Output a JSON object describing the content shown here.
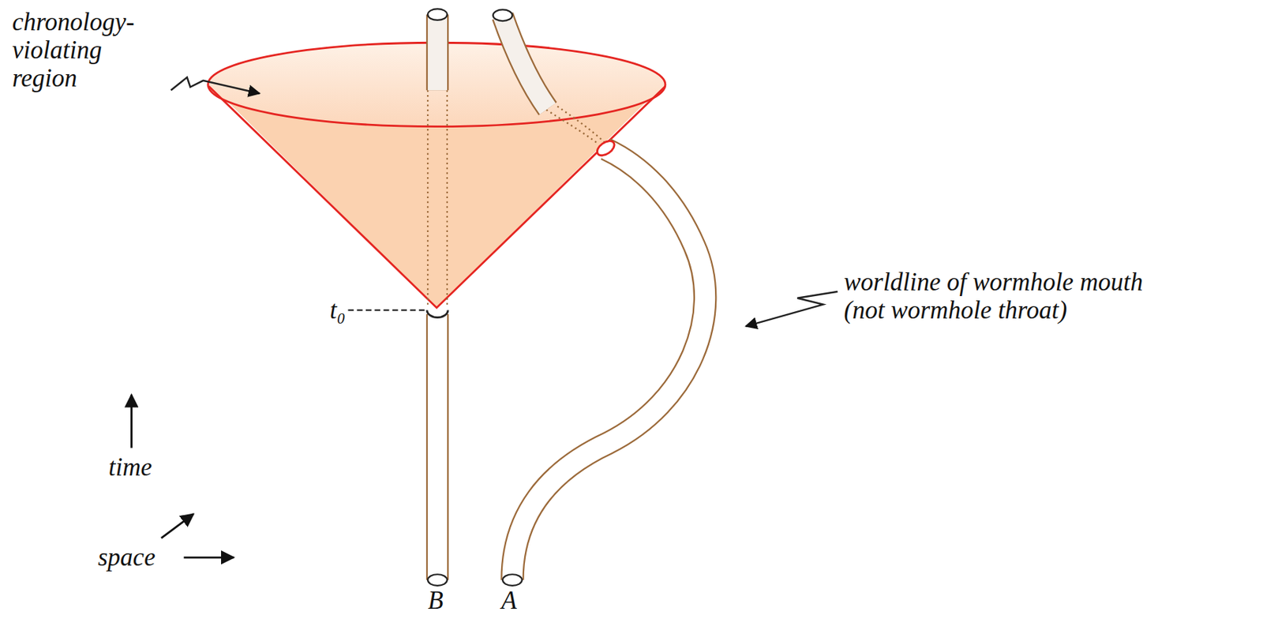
{
  "diagram": {
    "labels": [
      "chronology-violating region",
      "worldline of wormhole mouth (not wormhole throat)",
      "t₀",
      "time",
      "space",
      "B",
      "A"
    ]
  }
}
